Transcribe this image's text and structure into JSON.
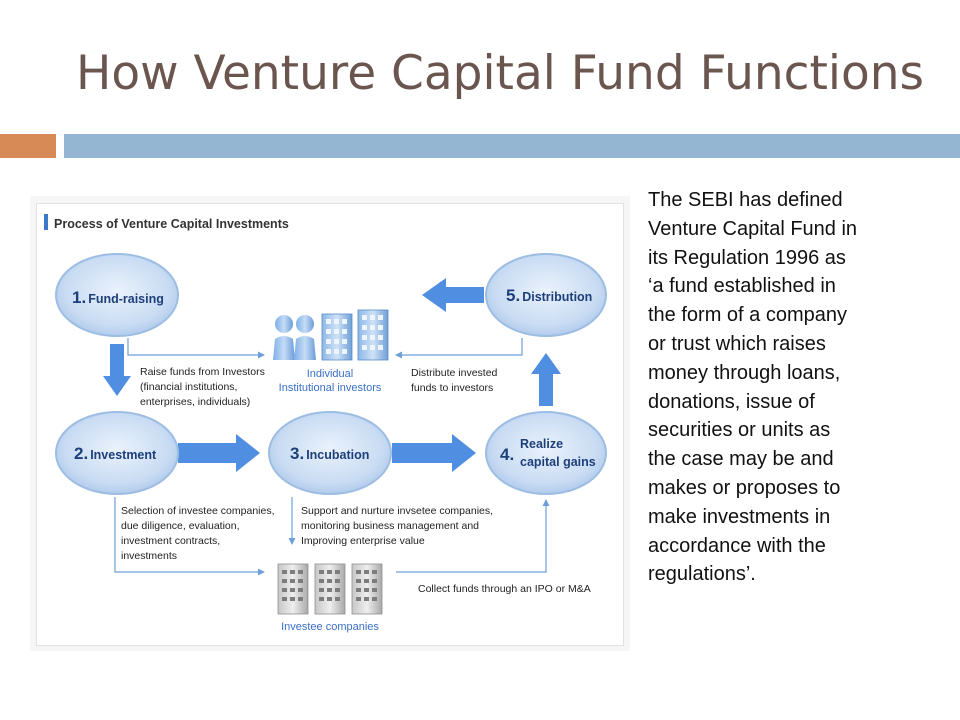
{
  "slide": {
    "title": "How Venture Capital Fund Functions",
    "colors": {
      "title": "#6b564f",
      "accent_orange": "#d88a56",
      "accent_blue": "#94b6d2"
    }
  },
  "body_text_lines": [
    "The SEBI has defined",
    "Venture Capital Fund in",
    "its Regulation 1996 as",
    "‘a fund established in",
    "the form of a company",
    "or trust which raises",
    "money through loans,",
    "donations, issue of",
    "securities or units as",
    "the case may be and",
    "makes or proposes to",
    "make investments in",
    "accordance with the",
    "regulations’."
  ],
  "diagram": {
    "title": "Process of Venture Capital Investments",
    "steps": {
      "fund_raising": {
        "number": "1.",
        "label": "Fund-raising"
      },
      "investment": {
        "number": "2.",
        "label": "Investment"
      },
      "incubation": {
        "number": "3.",
        "label": "Incubation"
      },
      "realize": {
        "number": "4.",
        "line1": "Realize",
        "line2": "capital gains"
      },
      "distribution": {
        "number": "5.",
        "label": "Distribution"
      }
    },
    "investors_label": [
      "Individual",
      "Institutional investors"
    ],
    "investee_label": "Investee companies",
    "notes": {
      "raise_funds": [
        "Raise funds from Investors",
        "(financial institutions,",
        "enterprises, individuals)"
      ],
      "distribute": [
        "Distribute invested",
        "funds to investors"
      ],
      "selection": [
        "Selection of investee companies,",
        "due diligence, evaluation,",
        "investment contracts,",
        "investments"
      ],
      "support": [
        "Support and nurture invsetee companies,",
        "monitoring business management and",
        "Improving enterprise value"
      ],
      "collect": "Collect funds through an IPO or M&A"
    },
    "colors": {
      "ellipse_fill": "#c9dcf3",
      "ellipse_edge": "#9dbde3",
      "arrow": "#4f8ee0",
      "connector": "#6f9fd8",
      "step_text": "#1d3f7a",
      "caption_text": "#3a6fc4",
      "note_text": "#222222",
      "title_marker": "#3f78c8"
    },
    "icons": [
      "person-icon",
      "office-building-icon",
      "building-icon"
    ]
  }
}
